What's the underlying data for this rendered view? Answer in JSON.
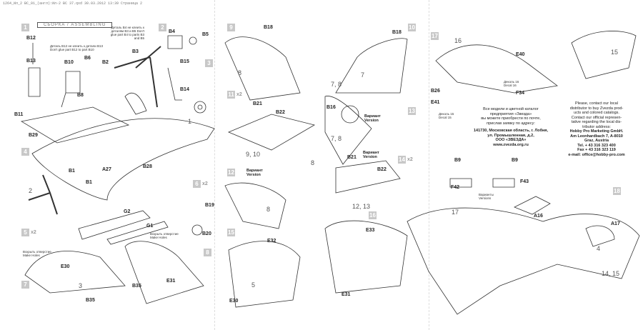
{
  "header": "1264_Ил_2 ВС_01_(англ):Ил-2 ВС 37.qxd  30.03.2012  13:39  Страница 2",
  "title": "СБОРКА / ASSEMBLING",
  "steps": [
    {
      "n": "1"
    },
    {
      "n": "2"
    },
    {
      "n": "3"
    },
    {
      "n": "4"
    },
    {
      "n": "5",
      "mult": "x2"
    },
    {
      "n": "6",
      "mult": "x2"
    },
    {
      "n": "7"
    },
    {
      "n": "8"
    },
    {
      "n": "9"
    },
    {
      "n": "10"
    },
    {
      "n": "11",
      "mult": "x2"
    },
    {
      "n": "12"
    },
    {
      "n": "13"
    },
    {
      "n": "14",
      "mult": "x2"
    },
    {
      "n": "15"
    },
    {
      "n": "16"
    },
    {
      "n": "17"
    },
    {
      "n": "18"
    }
  ],
  "notes": {
    "b4": "Деталь B4 не клеить к деталям B3 и B5 Don't glue part B4 to parts B3 and B5",
    "b12": "Деталь B12 не клеить к детали B13 Don't glue part B12 to part B10",
    "holes1": "Вскрыть отверстие Make Holes",
    "holes2": "Вскрыть отверстие Make Holes",
    "decal1": "Деколь 16 Decal 16",
    "decal2": "Деколь 15 Decal 15",
    "variant1": "Вариант Version",
    "variant2": "Вариант Version",
    "variant3": "Вариант Version",
    "variants": "Варианты Versions"
  },
  "parts": [
    "B12",
    "B13",
    "B10",
    "B6",
    "B2",
    "B8",
    "B11",
    "B29",
    "B1",
    "A27",
    "B1",
    "B28",
    "B4",
    "B5",
    "B3",
    "B15",
    "B14",
    "B19",
    "B20",
    "G2",
    "G1",
    "E30",
    "B35",
    "E31",
    "B35",
    "B18",
    "B18",
    "B21",
    "B22",
    "B16",
    "B21",
    "B22",
    "E32",
    "E33",
    "E30",
    "E31",
    "E40",
    "B26",
    "F34",
    "E41",
    "B9",
    "B9",
    "F42",
    "F43",
    "A16",
    "A17"
  ],
  "numbers": [
    "1",
    "2",
    "8",
    "7",
    "7, 8",
    "7, 8",
    "9, 10",
    "8",
    "8",
    "12, 13",
    "5",
    "16",
    "15",
    "17",
    "4",
    "14, 15",
    "3"
  ],
  "russia_info": {
    "lines": [
      "Все модели и цветной каталог",
      "предприятия «Звезда»",
      "вы можете приобрести по почте,",
      "прислав заявку по адресу:"
    ],
    "address": [
      "141730, Московская область, г. Лобня,",
      "ул. Промышленная, д.2,",
      "ООО «ЗВЕЗДА»",
      "www.zvezda.org.ru"
    ]
  },
  "distributor_info": {
    "lines": [
      "Please, contact our local",
      "distributor to buy Zvezda prod-",
      "ucts and colored catalogs.",
      "Contact our official represen-",
      "tative regarding the local dis-",
      "tributor address:"
    ],
    "address": [
      "Hobby Pro Marketing GmbH.",
      "Am Leonhardbach 7, A-8010",
      "Graz, Austria",
      "Tel. + 43 316 323 400",
      "Fax + 43 316 323 119",
      "e-mail: office@hobby-pro.com"
    ]
  }
}
